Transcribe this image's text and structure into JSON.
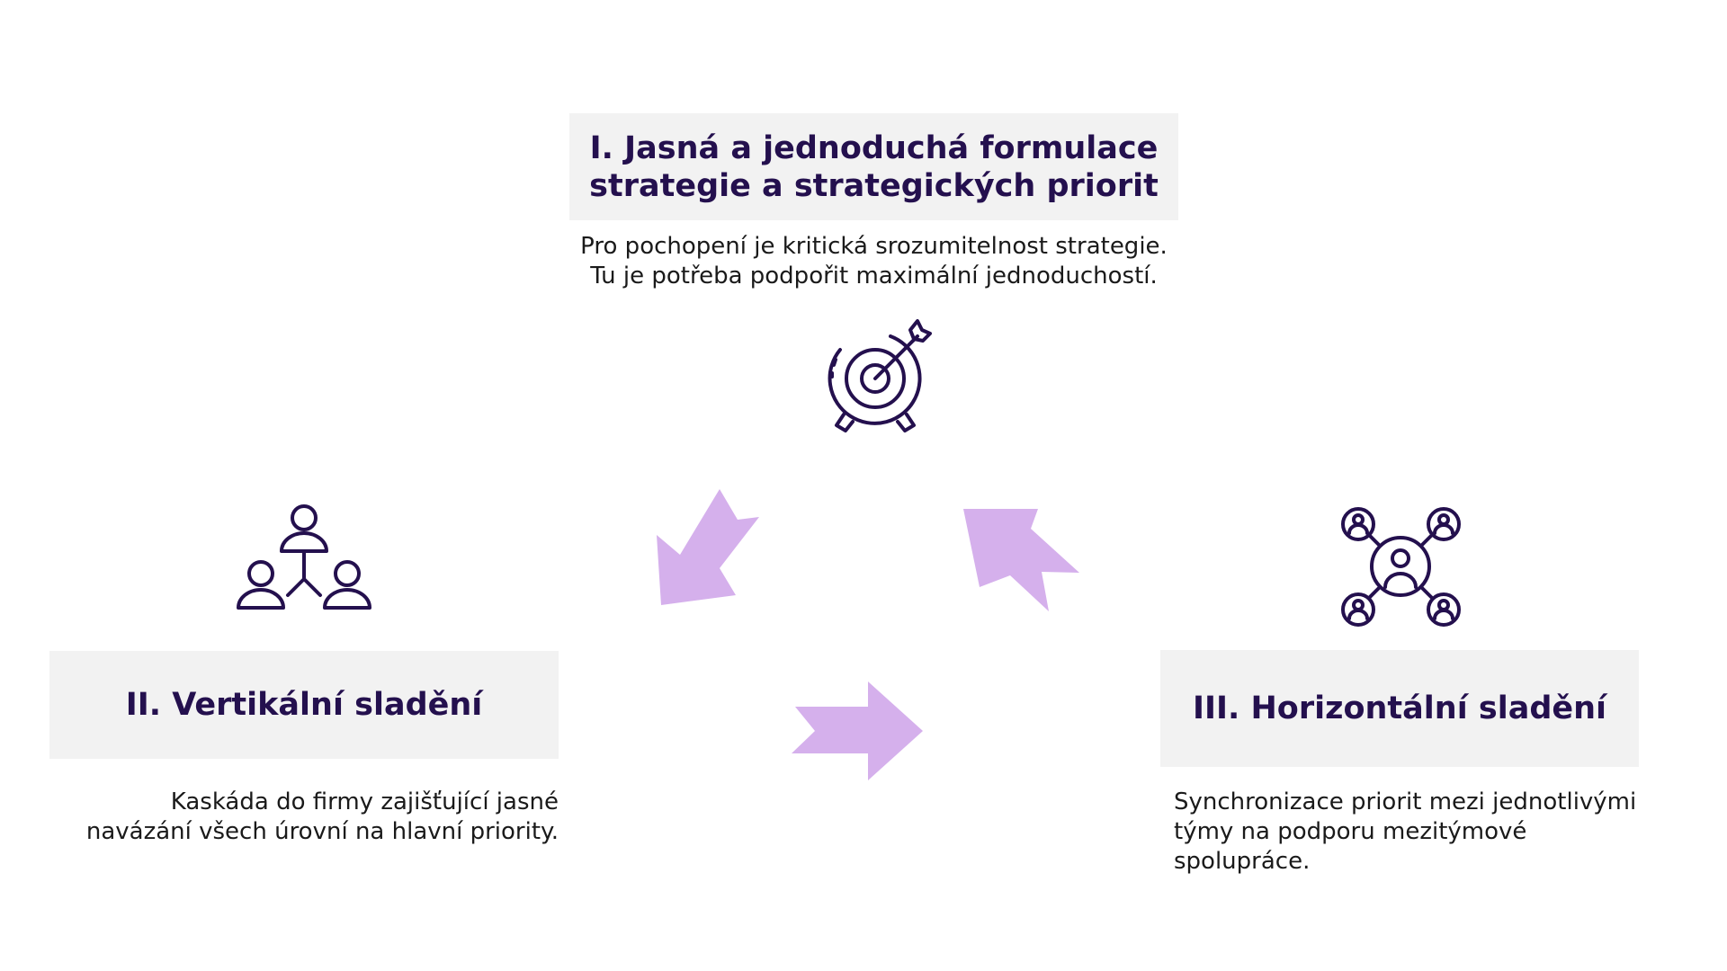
{
  "colors": {
    "title_text": "#24104e",
    "icon_stroke": "#24104e",
    "arrow_fill": "#d5b0ec",
    "box_background": "#f2f2f2",
    "description_text": "#1a1a1a"
  },
  "steps": [
    {
      "title": "I. Jasná a jednoduchá formulace\nstrategie a strategických priorit",
      "description": "Pro pochopení je kritická srozumitelnost strategie.\nTu je potřeba podpořit maximální jednoduchostí.",
      "icon": "target-arrow-icon"
    },
    {
      "title": "II. Vertikální sladění",
      "description": "Kaskáda do firmy zajišťující jasné\nnavázání všech úrovní na hlavní priority.",
      "icon": "hierarchy-people-icon"
    },
    {
      "title": "III. Horizontální sladění",
      "description": "Synchronizace priorit mezi jednotlivými\ntýmy na podporu mezitýmové\nspolupráce.",
      "icon": "network-people-icon"
    }
  ],
  "arrows": [
    {
      "name": "arrow-step1-to-step2",
      "direction": "down-left"
    },
    {
      "name": "arrow-step2-to-step3",
      "direction": "right"
    },
    {
      "name": "arrow-step3-to-step1",
      "direction": "up-left"
    }
  ]
}
